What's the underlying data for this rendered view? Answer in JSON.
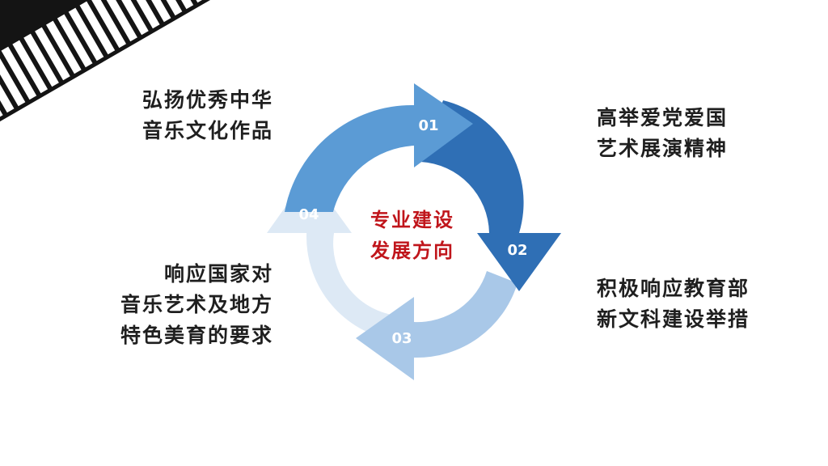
{
  "center": {
    "line1": "专业建设",
    "line2": "发展方向"
  },
  "steps": [
    {
      "num": "01",
      "color": "#5b9bd5",
      "lines": [
        "高举爱党爱国",
        "艺术展演精神"
      ]
    },
    {
      "num": "02",
      "color": "#2f6fb5",
      "lines": [
        "积极响应教育部",
        "新文科建设举措"
      ]
    },
    {
      "num": "03",
      "color": "#a9c8e8",
      "lines": []
    },
    {
      "num": "04",
      "color": "#dde9f5",
      "lines": []
    }
  ],
  "left_top": {
    "lines": [
      "弘扬优秀中华",
      "音乐文化作品"
    ]
  },
  "left_bottom": {
    "lines": [
      "响应国家对",
      "音乐艺术及地方",
      "特色美育的要求"
    ]
  },
  "colors": {
    "accent_red": "#c0151b",
    "piano_black": "#141414",
    "text_dark": "#1f1f1f"
  },
  "decorations": {
    "corner": "piano-keys-graphic"
  }
}
